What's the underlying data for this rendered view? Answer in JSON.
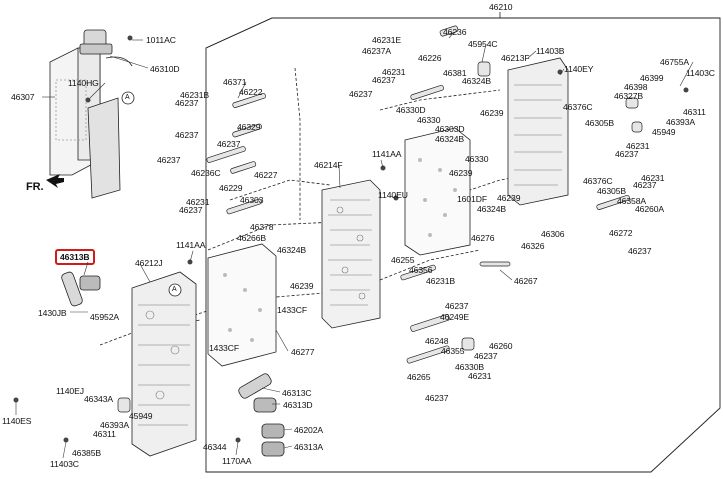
{
  "title": "46210",
  "direction_label": "FR.",
  "highlighted_part": "46313B",
  "callout_letter": "A",
  "parts": {
    "p46210": "46210",
    "p1011AC": "1011AC",
    "p46310D": "46310D",
    "p1140HG": "1140HG",
    "p46307": "46307",
    "p46236": "46236",
    "p46231E": "46231E",
    "p46237A": "46237A",
    "p45954C": "45954C",
    "p11403B_a": "11403B",
    "p46226": "46226",
    "p46213F": "46213F",
    "p46231_a": "46231",
    "p46381": "46381",
    "p46237_a": "46237",
    "p46324B_a": "46324B",
    "p1140EY": "1140EY",
    "p46755A": "46755A",
    "p46399": "46399",
    "p11403C_a": "11403C",
    "p46371": "46371",
    "p46231B": "46231B",
    "p46237_b": "46237",
    "p46222": "46222",
    "p46237_c": "46237",
    "p46330D": "46330D",
    "p46398": "46398",
    "p46376C_a": "46376C",
    "p46327B": "46327B",
    "p46311_a": "46311",
    "p46330": "46330",
    "p46239_a": "46239",
    "p46305B_a": "46305B",
    "p46393A_a": "46393A",
    "p46237_d": "46237",
    "p46329": "46329",
    "p46303D": "46303D",
    "p46324B_b": "46324B",
    "p45949_a": "45949",
    "p46237_e": "46237",
    "p46231_b": "46231",
    "p46237_f": "46237",
    "p46214F": "46214F",
    "p1141AA_a": "1141AA",
    "p46330_b": "46330",
    "p46231_c": "46231",
    "p46237_g": "46237",
    "p46236C": "46236C",
    "p46227": "46227",
    "p46229": "46229",
    "p46239_b": "46239",
    "p46376C_b": "46376C",
    "p46237_h": "46237",
    "p46305B_b": "46305B",
    "p46231_d": "46231",
    "p46303": "46303",
    "p1601DF": "1601DF",
    "p46239_c": "46239",
    "p46358A": "46358A",
    "p46237_i": "46237",
    "p1140EU": "1140EU",
    "p46324B_c": "46324B",
    "p46260A": "46260A",
    "p46378": "46378",
    "p46266B": "46266B",
    "p46276": "46276",
    "p46306": "46306",
    "p46272": "46272",
    "p46326": "46326",
    "p46237_j": "46237",
    "p46313B": "46313B",
    "p46212J": "46212J",
    "p1141AA_b": "1141AA",
    "p46324B_d": "46324B",
    "p46255": "46255",
    "p46356": "46356",
    "p46231B_b": "46231B",
    "p46267": "46267",
    "p46239_d": "46239",
    "p1430JB": "1430JB",
    "p45952A": "45952A",
    "p1433CF": "1433CF",
    "p46237_k": "46237",
    "p46249E": "46249E",
    "p46248": "46248",
    "p46260": "46260",
    "p46355": "46355",
    "p46237_l": "46237",
    "p1433CF_b": "1433CF",
    "p46277": "46277",
    "p46330B": "46330B",
    "p46265": "46265",
    "p46231_e": "46231",
    "p1140EJ": "1140EJ",
    "p46313C": "46313C",
    "p46343A": "46343A",
    "p46313D": "46313D",
    "p46237_m": "46237",
    "p1140ES": "1140ES",
    "p46393A_b": "46393A",
    "p45949_b": "45949",
    "p46311_b": "46311",
    "p46202A": "46202A",
    "p46385B": "46385B",
    "p46344": "46344",
    "p46313A": "46313A",
    "p11403C_b": "11403C",
    "p1170AA": "1170AA"
  }
}
